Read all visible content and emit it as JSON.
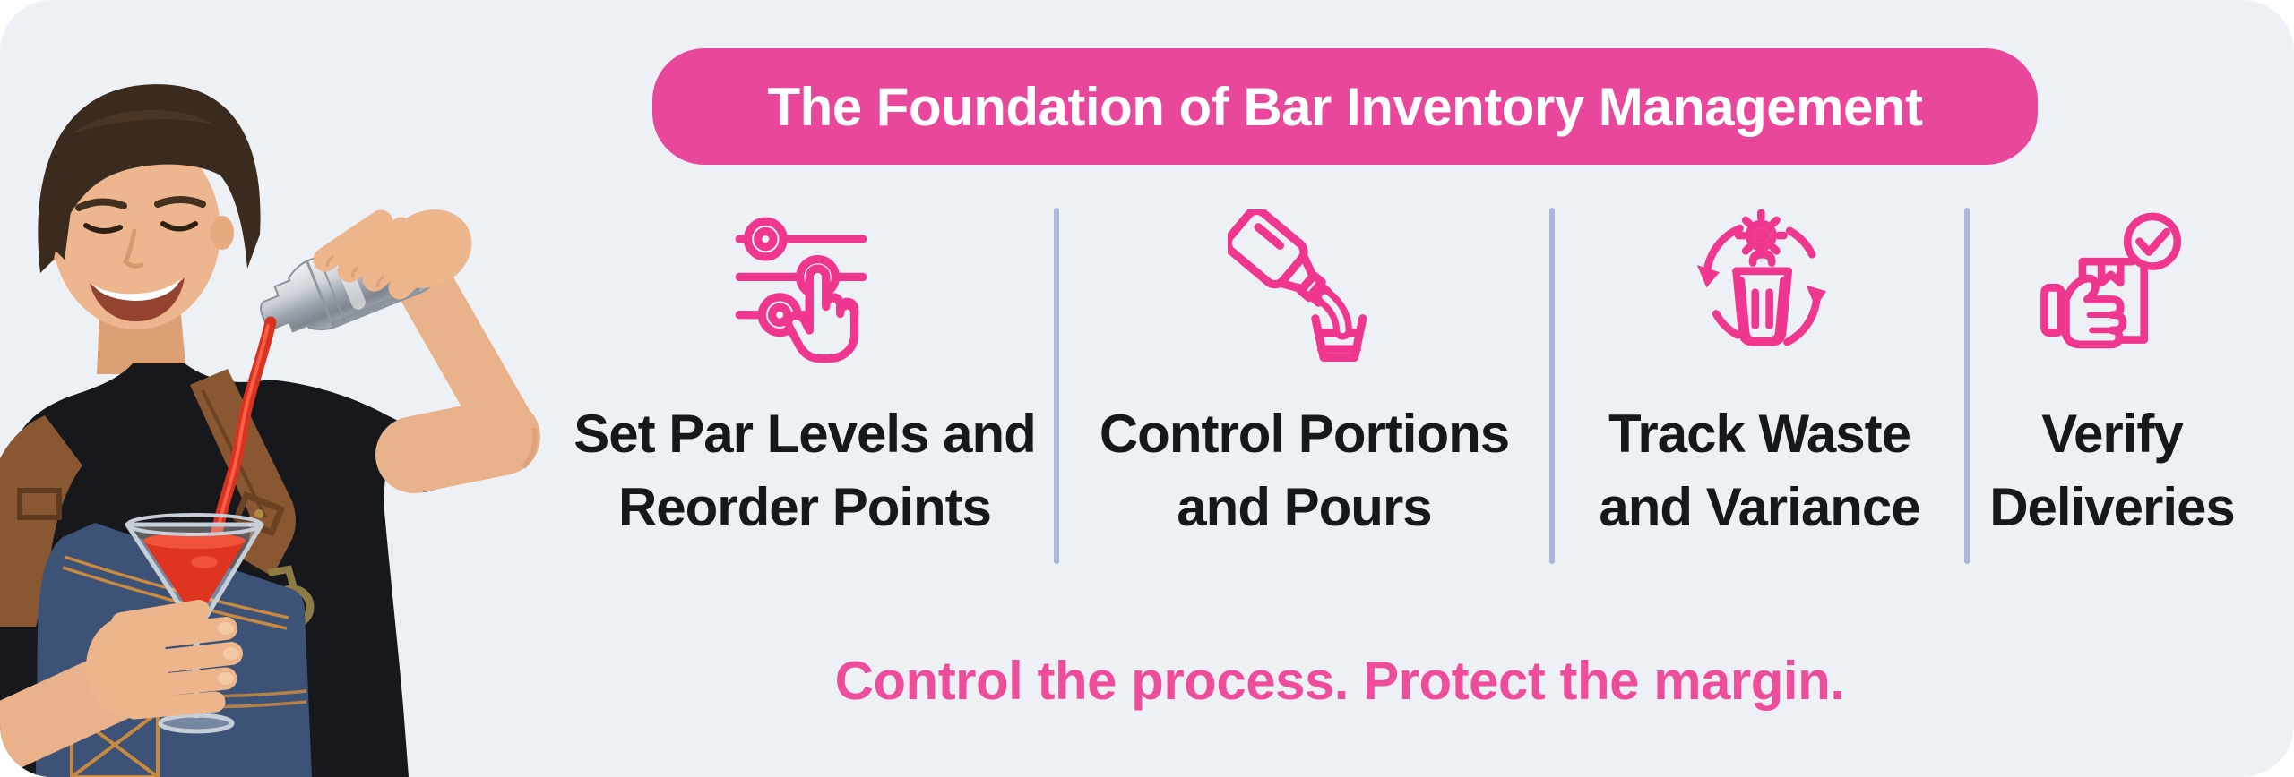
{
  "header": {
    "title": "The Foundation of Bar Inventory Management"
  },
  "columns": [
    {
      "icon": "par-levels-sliders-icon",
      "lines": [
        "Set Par Levels and",
        "Reorder Points"
      ]
    },
    {
      "icon": "pour-spout-icon",
      "lines": [
        "Control Portions",
        "and Pours"
      ]
    },
    {
      "icon": "waste-variance-icon",
      "lines": [
        "Track Waste",
        "and Variance"
      ]
    },
    {
      "icon": "verify-deliveries-icon",
      "lines": [
        "Verify",
        "Deliveries"
      ]
    }
  ],
  "tagline": {
    "text": "Control the process. Protect the margin."
  },
  "illustration": {
    "name": "bartender-pouring-red-cocktail-from-shaker-into-martini-glass"
  },
  "colors": {
    "banner_pink": "#e8479b",
    "icon_pink": "#f0378f",
    "tagline_pink": "#ee4d9b",
    "card_background": "#edf1f6",
    "divider": "#a9b6dd",
    "text_dark": "#17181a"
  }
}
